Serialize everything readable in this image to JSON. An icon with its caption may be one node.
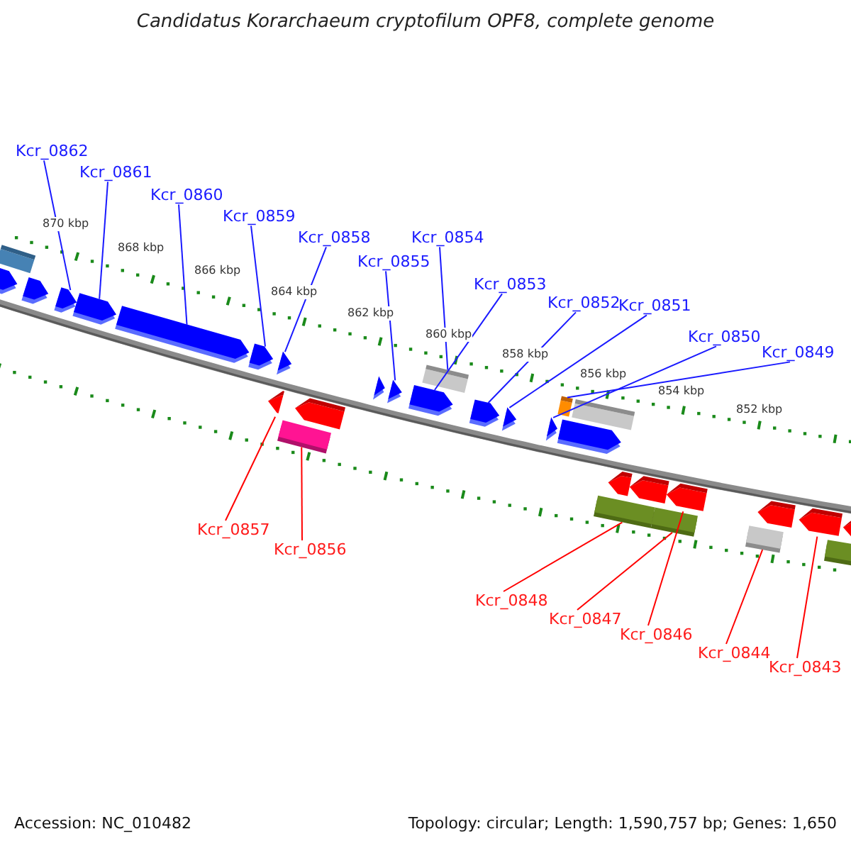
{
  "diagram": {
    "title": "Candidatus Korarchaeum cryptofilum OPF8, complete genome",
    "nodes": [
      {
        "text": [
          "Kcr_0862"
        ]
      },
      {
        "text": [
          "Kcr_0861"
        ]
      },
      {
        "text": [
          "Kcr_0860"
        ]
      },
      {
        "text": [
          "Kcr_0859"
        ]
      },
      {
        "text": [
          "Kcr_0858"
        ]
      },
      {
        "text": [
          "Kcr_0855"
        ]
      },
      {
        "text": [
          "Kcr_0854"
        ]
      },
      {
        "text": [
          "Kcr_0853"
        ]
      },
      {
        "text": [
          "Kcr_0852"
        ]
      },
      {
        "text": [
          "Kcr_0851"
        ]
      },
      {
        "text": [
          "Kcr_0850"
        ]
      },
      {
        "text": [
          "Kcr_0849"
        ]
      },
      {
        "text": [
          "Kcr_0857"
        ]
      },
      {
        "text": [
          "Kcr_0856"
        ]
      },
      {
        "text": [
          "Kcr_0848"
        ]
      },
      {
        "text": [
          "Kcr_0847"
        ]
      },
      {
        "text": [
          "Kcr_0846"
        ]
      },
      {
        "text": [
          "Kcr_0844"
        ]
      },
      {
        "text": [
          "Kcr_0843"
        ]
      },
      {
        "text": [],
        "shape": "box"
      },
      {
        "text": [],
        "shape": "arrow"
      },
      {
        "text": [],
        "shape": "arrow"
      },
      {
        "text": [],
        "shape": "arrow"
      },
      {
        "text": [],
        "shape": "arrow"
      },
      {
        "text": [],
        "shape": "arrow"
      },
      {
        "text": [],
        "shape": "arrow"
      },
      {
        "text": [],
        "shape": "arrow"
      },
      {
        "text": [],
        "shape": "arrow"
      },
      {
        "text": [],
        "shape": "box"
      },
      {
        "text": [],
        "shape": "arrow"
      },
      {
        "text": [],
        "shape": "arrow"
      },
      {
        "text": [],
        "shape": "arrow"
      },
      {
        "text": [],
        "shape": "arrow"
      },
      {
        "text": [],
        "shape": "box"
      },
      {
        "text": [],
        "shape": "arrow"
      },
      {
        "text": [],
        "shape": "arrow"
      },
      {
        "text": [],
        "shape": "arrow"
      },
      {
        "text": [],
        "shape": "box"
      },
      {
        "text": [],
        "shape": "arrow"
      },
      {
        "text": [],
        "shape": "box"
      },
      {
        "text": [],
        "shape": "box"
      },
      {
        "text": [],
        "shape": "arrow"
      },
      {
        "text": [],
        "shape": "arrow"
      },
      {
        "text": [],
        "shape": "box"
      },
      {
        "text": [],
        "shape": "arrow"
      },
      {
        "text": [],
        "shape": "box"
      },
      {
        "text": [],
        "shape": "arrow"
      },
      {
        "text": [],
        "shape": "arrow"
      },
      {
        "text": [],
        "shape": "box"
      },
      {
        "text": [],
        "shape": "arrow"
      }
    ],
    "edges": [
      {
        "from": 0,
        "to": 22,
        "arrow": "none"
      },
      {
        "from": 1,
        "to": 23,
        "arrow": "none"
      },
      {
        "from": 2,
        "to": 24,
        "arrow": "none"
      },
      {
        "from": 3,
        "to": 25,
        "arrow": "none"
      },
      {
        "from": 4,
        "to": 27,
        "arrow": "none"
      },
      {
        "from": 5,
        "to": 31,
        "arrow": "none"
      },
      {
        "from": 6,
        "to": 33,
        "arrow": "none"
      },
      {
        "from": 7,
        "to": 32,
        "arrow": "none"
      },
      {
        "from": 8,
        "to": 34,
        "arrow": "none"
      },
      {
        "from": 9,
        "to": 35,
        "arrow": "none"
      },
      {
        "from": 10,
        "to": 36,
        "arrow": "none"
      },
      {
        "from": 11,
        "to": 37,
        "arrow": "none"
      },
      {
        "from": 12,
        "to": 26,
        "arrow": "none",
        "color": "#ff0000"
      },
      {
        "from": 13,
        "to": 28,
        "arrow": "none",
        "color": "#ff0000"
      },
      {
        "from": 14,
        "to": 40,
        "arrow": "none",
        "color": "#ff0000"
      },
      {
        "from": 15,
        "to": 43,
        "arrow": "none",
        "color": "#ff0000"
      },
      {
        "from": 16,
        "to": 44,
        "arrow": "none",
        "color": "#ff0000"
      },
      {
        "from": 17,
        "to": 45,
        "arrow": "none",
        "color": "#ff0000"
      },
      {
        "from": 18,
        "to": 47,
        "arrow": "none",
        "color": "#ff0000"
      }
    ],
    "labels": [
      "870 kbp",
      "868 kbp",
      "866 kbp",
      "864 kbp",
      "862 kbp",
      "860 kbp",
      "858 kbp",
      "856 kbp",
      "854 kbp",
      "852 kbp",
      "Accession: NC_010482",
      "Topology: circular; Length: 1,590,757 bp; Genes: 1,650"
    ]
  }
}
